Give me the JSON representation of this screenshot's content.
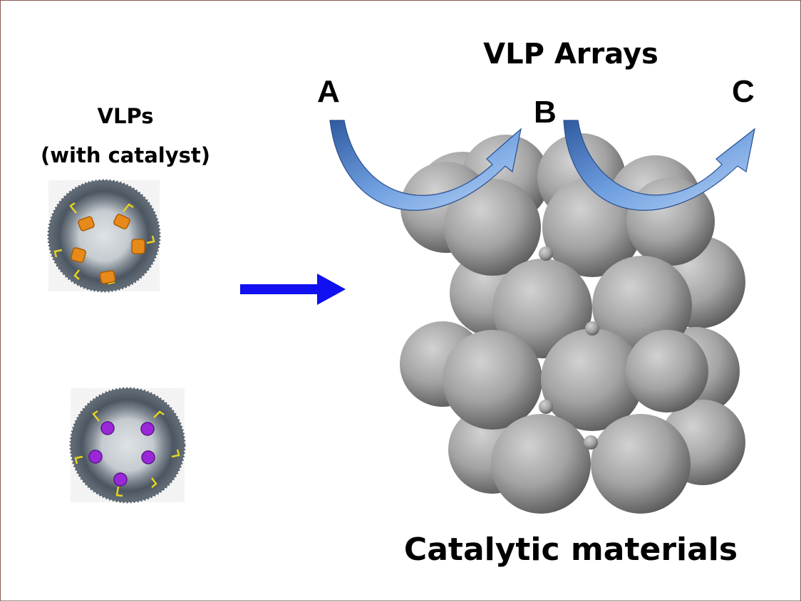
{
  "left": {
    "title": "VLPs",
    "subtitle": "(with catalyst)",
    "particles": [
      {
        "id": "vlp-orange",
        "cargo_color": "#e88a1a"
      },
      {
        "id": "vlp-purple",
        "cargo_color": "#9a28d6"
      }
    ]
  },
  "right": {
    "title": "VLP Arrays",
    "bottom_label": "Catalytic materials",
    "arrow_labels": [
      "A",
      "B",
      "C"
    ]
  },
  "colors": {
    "process_arrow": "#1010f0",
    "curved_arrow": "#5b8fd6",
    "sphere": "#9a9a9a",
    "shell": "#56606c",
    "linker": "#e6d21e"
  }
}
